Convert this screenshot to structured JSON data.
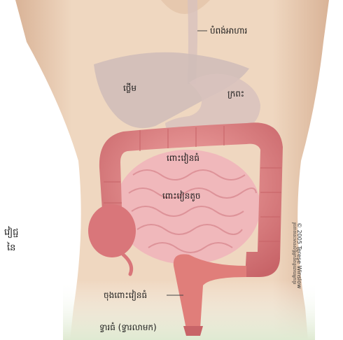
{
  "labels": {
    "esophagus": "បំពង់អាហារ",
    "liver": "ថ្លើម",
    "stomach": "ក្រពះ",
    "large_intestine": "ពោះវៀនធំ",
    "small_intestine": "ពោះវៀនតូច",
    "rectum": "ចុងពោះវៀនធំ",
    "anus": "ទ្វារធំ (ទ្វារលាមក)"
  },
  "side_text": {
    "line1": "វៀជ្ជ",
    "line2": "នៃ"
  },
  "credit": {
    "copyright": "© 2005 Terese Winslow",
    "note": "រូបភាពនេះមានសិទ្ធិអ្នកនិពន្ធដោយអ្នកគូរ"
  },
  "colors": {
    "skin": "#efd7c0",
    "skin_shadow": "#d9b397",
    "liver": "#cfbcb9",
    "stomach": "#d8c2bd",
    "colon": "#e58d8c",
    "colon_dark": "#c86468",
    "small_intestine": "#f0b8bb",
    "rectum": "#e07e7a",
    "floor": "#dfead2"
  }
}
